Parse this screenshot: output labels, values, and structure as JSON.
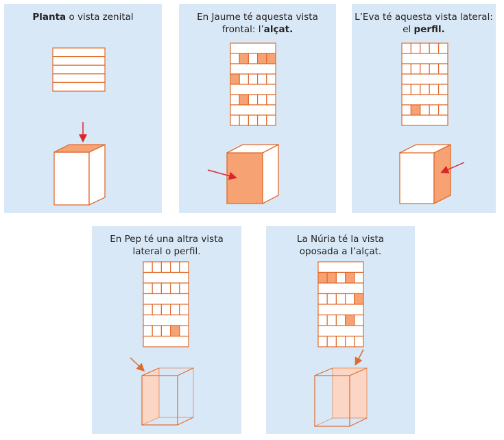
{
  "colors": {
    "bg": "#d9e8f6",
    "line": "#e06a2c",
    "fill": "#f7a273",
    "light": "#fbd6c4",
    "arrow": "#d9262b"
  },
  "panels": [
    {
      "id": "planta",
      "title_bold": "Planta",
      "title_rest": " o vista zenital",
      "grid": {
        "type": "stripes",
        "rows": 5
      }
    },
    {
      "id": "jaume",
      "title_line1": "En Jaume té aquesta vista",
      "title_line2_pre": "frontal: l’",
      "title_line2_bold": "alçat",
      "title_line2_post": ".",
      "grid": {
        "type": "building",
        "rows": [
          "full",
          [
            0,
            1,
            0,
            1,
            1
          ],
          "full",
          [
            1,
            0,
            0,
            0,
            0
          ],
          "full",
          [
            0,
            1,
            0,
            0,
            0
          ],
          "full",
          [
            0,
            0,
            0,
            0,
            0
          ]
        ]
      }
    },
    {
      "id": "eva",
      "title_line1": "L’Eva té aquesta vista lateral:",
      "title_line2_pre": "el ",
      "title_line2_bold": "perfil",
      "title_line2_post": ".",
      "grid": {
        "type": "building",
        "rows": [
          [
            0,
            0,
            0,
            0,
            0
          ],
          "full",
          [
            0,
            0,
            0,
            0,
            0
          ],
          "full",
          [
            0,
            0,
            0,
            0,
            0
          ],
          "full",
          [
            0,
            1,
            0,
            0,
            0
          ],
          "full"
        ]
      }
    },
    {
      "id": "pep",
      "title_line1": "En Pep té una altra vista",
      "title_line2": "lateral o perfil.",
      "grid": {
        "type": "building",
        "rows": [
          [
            0,
            0,
            0,
            0,
            0
          ],
          "full",
          [
            0,
            0,
            0,
            0,
            0
          ],
          "full",
          [
            0,
            0,
            0,
            0,
            0
          ],
          "full",
          [
            0,
            0,
            0,
            1,
            0
          ],
          "full"
        ]
      }
    },
    {
      "id": "nuria",
      "title_line1": "La Núria té la vista",
      "title_line2": "oposada a l’alçat.",
      "grid": {
        "type": "building",
        "rows": [
          "full",
          [
            1,
            1,
            0,
            1,
            0
          ],
          "full",
          [
            0,
            0,
            0,
            0,
            1
          ],
          "full",
          [
            0,
            0,
            0,
            1,
            0
          ],
          "full",
          [
            0,
            0,
            0,
            0,
            0
          ]
        ]
      }
    }
  ]
}
